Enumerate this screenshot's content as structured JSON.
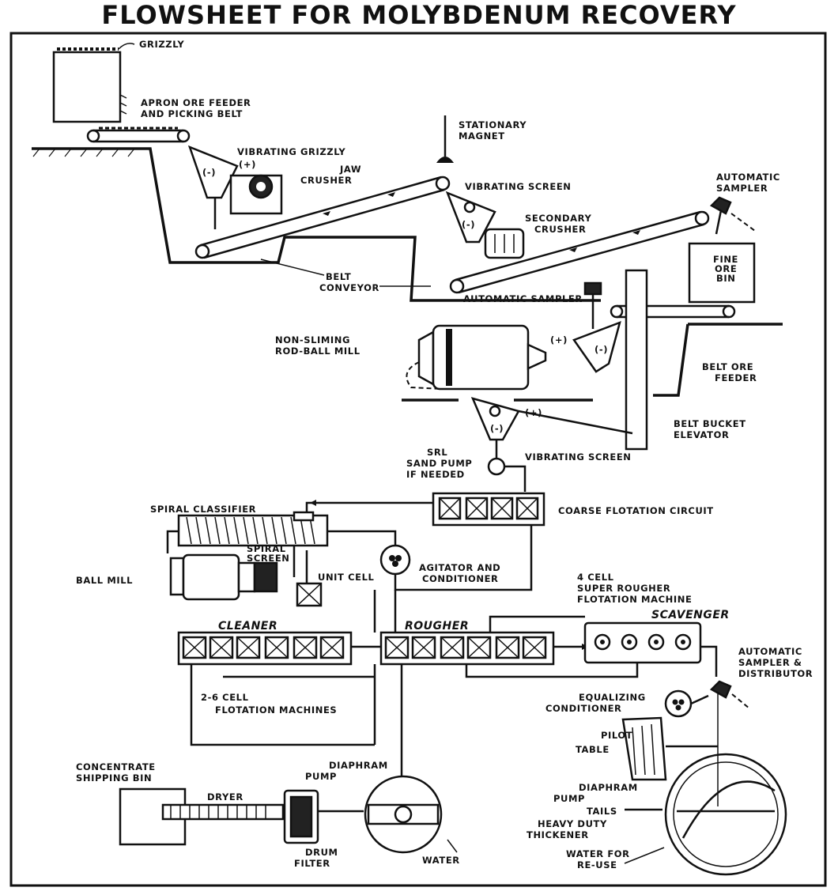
{
  "title": "FLOWSHEET FOR MOLYBDENUM RECOVERY",
  "labels": {
    "grizzly": "GRIZZLY",
    "apron1": "APRON ORE FEEDER",
    "apron2": "AND PICKING BELT",
    "vib_grizzly": "VIBRATING GRIZZLY",
    "jaw1": "JAW",
    "jaw2": "CRUSHER",
    "stat_magnet1": "STATIONARY",
    "stat_magnet2": "MAGNET",
    "vib_screen1": "VIBRATING SCREEN",
    "sec_crusher1": "SECONDARY",
    "sec_crusher2": "CRUSHER",
    "auto_sampler1": "AUTOMATIC",
    "auto_sampler2": "SAMPLER",
    "fine_ore_bin1": "FINE",
    "fine_ore_bin2": "ORE",
    "fine_ore_bin3": "BIN",
    "belt_conveyor1": "BELT",
    "belt_conveyor2": "CONVEYOR",
    "auto_sampler_mid": "AUTOMATIC SAMPLER",
    "rodball1": "NON-SLIMING",
    "rodball2": "ROD-BALL MILL",
    "belt_ore_feeder1": "BELT ORE",
    "belt_ore_feeder2": "FEEDER",
    "bucket1": "BELT BUCKET",
    "bucket2": "ELEVATOR",
    "vib_screen2": "VIBRATING SCREEN",
    "sand_pump1": "SRL",
    "sand_pump2": "SAND PUMP",
    "sand_pump3": "IF NEEDED",
    "coarse_flot": "COARSE FLOTATION CIRCUIT",
    "spiral_classifier": "SPIRAL CLASSIFIER",
    "spiral_screen1": "SPIRAL",
    "spiral_screen2": "SCREEN",
    "unit_cell": "UNIT CELL",
    "ball_mill": "BALL MILL",
    "agitator1": "AGITATOR AND",
    "agitator2": "CONDITIONER",
    "super_rougher1": "4 CELL",
    "super_rougher2": "SUPER ROUGHER",
    "super_rougher3": "FLOTATION MACHINE",
    "scavenger": "SCAVENGER",
    "cleaner": "CLEANER",
    "rougher": "ROUGHER",
    "auto_sampler_dist1": "AUTOMATIC",
    "auto_sampler_dist2": "SAMPLER &",
    "auto_sampler_dist3": "DISTRIBUTOR",
    "cell_flot1": "2-6 CELL",
    "cell_flot2": "FLOTATION MACHINES",
    "equalizing1": "EQUALIZING",
    "equalizing2": "CONDITIONER",
    "pilot1": "PILOT",
    "pilot2": "TABLE",
    "conc_bin1": "CONCENTRATE",
    "conc_bin2": "SHIPPING BIN",
    "dryer": "DRYER",
    "diaphram1_1": "DIAPHRAM",
    "diaphram1_2": "PUMP",
    "drum1": "DRUM",
    "drum2": "FILTER",
    "water": "WATER",
    "diaphram2_1": "DIAPHRAM",
    "diaphram2_2": "PUMP",
    "tails": "TAILS",
    "thickener1": "HEAVY DUTY",
    "thickener2": "THICKENER",
    "water_reuse1": "WATER FOR",
    "water_reuse2": "RE-USE",
    "plus": "(+)",
    "minus": "(-)"
  }
}
